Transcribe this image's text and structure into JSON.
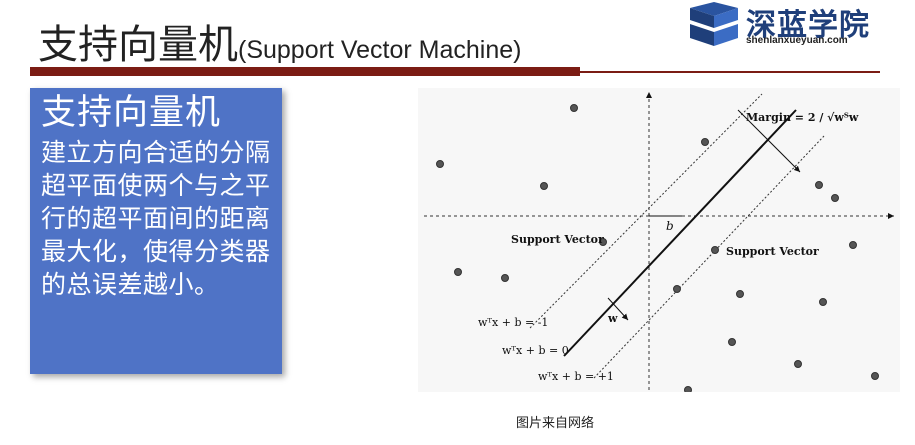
{
  "header": {
    "title_cn": "支持向量机",
    "title_en": "(Support Vector Machine)"
  },
  "logo": {
    "brand": "深蓝学院",
    "url": "shenlanxueyuan.com",
    "color": "#1f3f7a"
  },
  "box": {
    "heading": "支持向量机",
    "body": "建立方向合适的分隔超平面使两个与之平行的超平面间的距离最大化，使得分类器的总误差越小。",
    "color": "#4f73c6"
  },
  "diagram": {
    "margin_label": "Margin = 2 / √wᵀw",
    "support_vector_left": "Support Vector",
    "support_vector_right": "Support Vector",
    "b_label": "b",
    "w_label": "w",
    "eq_minus": "wᵀx + b = -1",
    "eq_zero": "wᵀx + b = 0",
    "eq_plus": "wᵀx + b = +1"
  },
  "caption": "图片来自网络",
  "colors": {
    "accent_rule": "#7b1c14"
  }
}
